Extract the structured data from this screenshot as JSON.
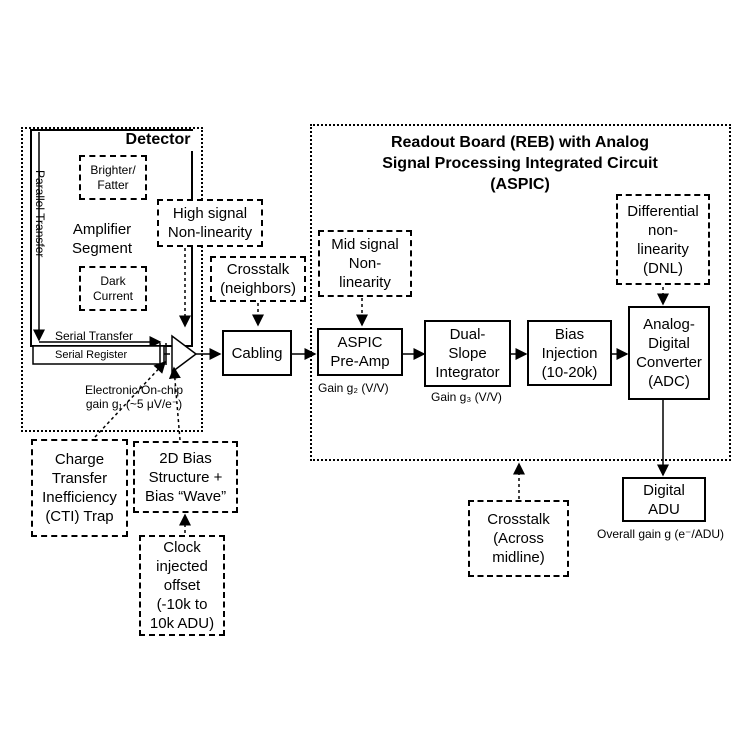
{
  "detector": {
    "title": "Detector",
    "parallel_transfer": "Parallel Transfer",
    "brighter_fatter": "Brighter/\nFatter",
    "amplifier_segment": "Amplifier\nSegment",
    "dark_current": "Dark\nCurrent",
    "serial_transfer": "Serial Transfer",
    "serial_register": "Serial Register",
    "electronic_gain": "Electronic/On-chip\ngain g₁ (~5 μV/e⁻)"
  },
  "reb": {
    "title": "Readout Board (REB) with Analog\nSignal Processing Integrated Circuit\n(ASPIC)"
  },
  "blocks": {
    "high_signal": "High signal\nNon-linearity",
    "crosstalk_neighbors": "Crosstalk\n(neighbors)",
    "cabling": "Cabling",
    "mid_signal": "Mid signal\nNon-\nlinearity",
    "aspic_preamp": "ASPIC\nPre-Amp",
    "gain_g2": "Gain g₂ (V/V)",
    "dual_slope": "Dual-\nSlope\nIntegrator",
    "gain_g3": "Gain g₃ (V/V)",
    "bias_injection": "Bias\nInjection\n(10-20k)",
    "dnl": "Differential\nnon-\nlinearity\n(DNL)",
    "adc": "Analog-\nDigital\nConverter\n(ADC)",
    "digital_adu": "Digital\nADU",
    "overall_gain": "Overall gain g (e⁻/ADU)",
    "cti_trap": "Charge\nTransfer\nInefficiency\n(CTI) Trap",
    "bias_2d": "2D Bias\nStructure +\nBias “Wave”",
    "clock_offset": "Clock\ninjected\noffset\n(-10k to\n10k ADU)",
    "crosstalk_midline": "Crosstalk\n(Across\nmidline)"
  }
}
